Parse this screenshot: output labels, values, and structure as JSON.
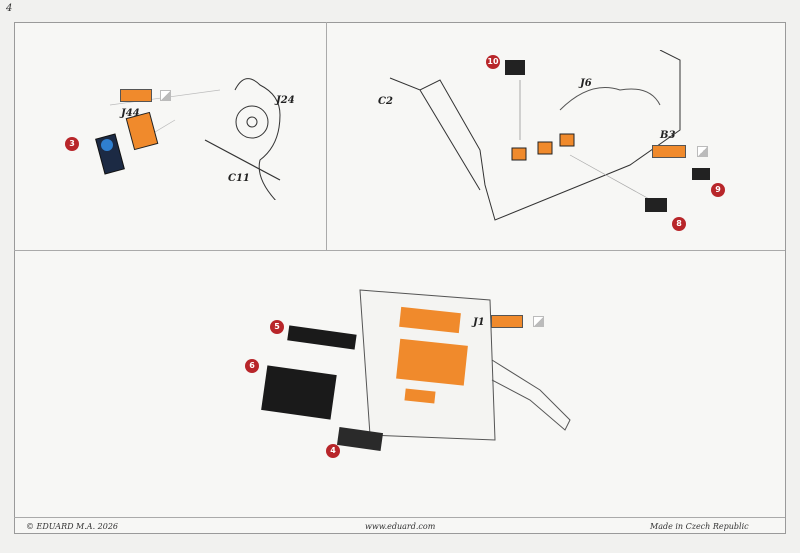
{
  "page_number": "4",
  "colors": {
    "orange": "#f08a2c",
    "callout": "#b8262a"
  },
  "panel1": {
    "callouts": [
      "3"
    ],
    "labels": {
      "j44": "J44",
      "j24": "J24",
      "c11": "C11"
    }
  },
  "panel2": {
    "callouts": [
      "10",
      "9",
      "8"
    ],
    "labels": {
      "c2": "C2",
      "j6": "J6",
      "b3": "B3"
    }
  },
  "panel3": {
    "callouts": [
      "5",
      "6",
      "4"
    ],
    "labels": {
      "j1": "J1"
    }
  },
  "footer": {
    "copyright": "© EDUARD  M.A. 2026",
    "url": "www.eduard.com",
    "origin": "Made in Czech Republic"
  }
}
